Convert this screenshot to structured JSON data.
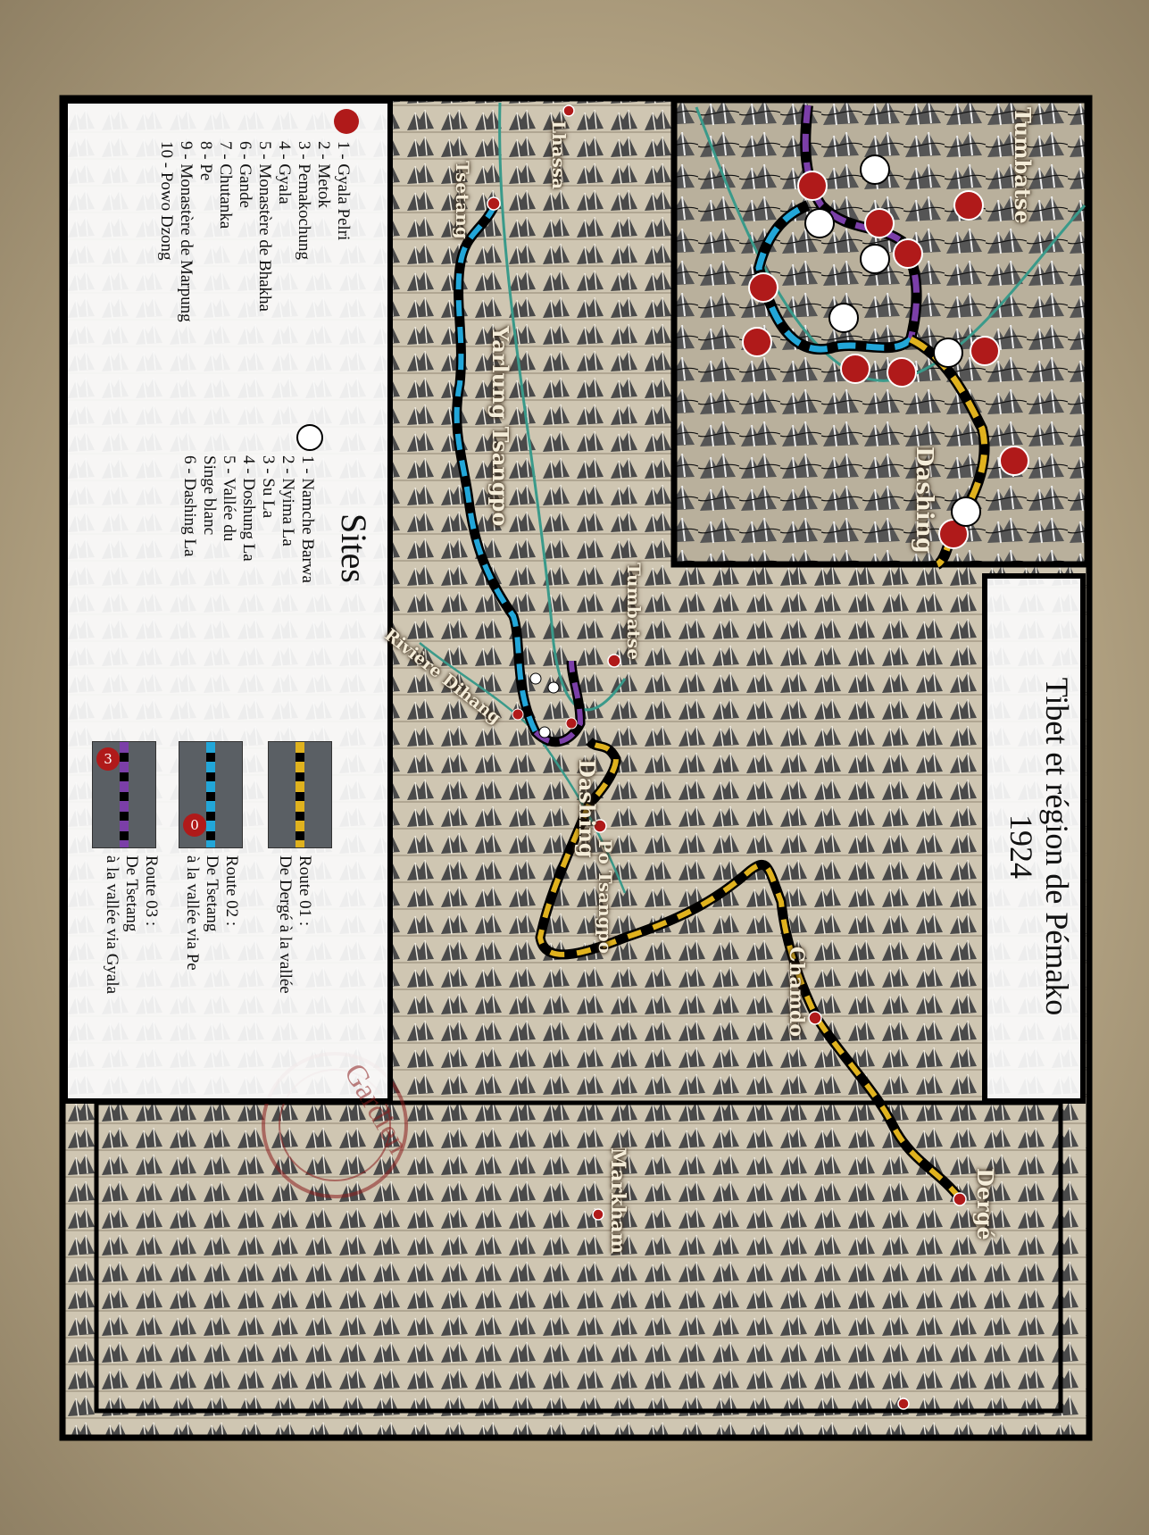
{
  "map": {
    "title_line1": "Tibet et région de Pémako",
    "title_line2": "1924",
    "places": {
      "lhassa": "Lhassa",
      "tsetang": "Tsetang",
      "yarlung": "Yarlung Tsangpo",
      "dihang": "Rivière Dihang",
      "tumbatse": "Tumbatse",
      "dashing": "Dashing",
      "po_tsangpo": "Po Tsangpo",
      "chamdo": "Chamdo",
      "markham": "Markham",
      "derge": "Dergé",
      "inset_tumbatse": "Tumbatse",
      "inset_dashing": "Dashing"
    },
    "colors": {
      "site_red": "#b01a1a",
      "route_yellow": "#e0b21e",
      "route_blue": "#22a6d8",
      "route_purple": "#7b3fa8",
      "frame": "#000000"
    }
  },
  "legend": {
    "title": "Sites",
    "red_sites": [
      "1 - Gyala Pelri",
      "2 - Metok",
      "3 - Pemakochung",
      "4 - Gyala",
      "5 - Monastère de Bhakha",
      "6 - Gande",
      "7 - Chutanka",
      "8 - Pe",
      "9 - Monastère de Marpung",
      "10 - Powo Dzong"
    ],
    "white_sites": [
      "1 - Namche Barwa",
      "2 - Nyima La",
      "3 - Su La",
      "4 - Doshung La",
      "5 - Vallée du",
      "Singe blanc",
      "6 - Dashing La"
    ],
    "routes": [
      {
        "lines": [
          "Route 01 :",
          "De Dergé à la vallée"
        ],
        "swatch_color": "#e0b21e",
        "badge": ""
      },
      {
        "lines": [
          "Route 02 :",
          "De Tsetang",
          "à la vallée via Pe"
        ],
        "swatch_color": "#22a6d8",
        "badge": "0"
      },
      {
        "lines": [
          "Route 03 :",
          "De Tsetang",
          "à la vallée via Gyala"
        ],
        "swatch_color": "#7b3fa8",
        "badge": "3"
      }
    ]
  },
  "stamp": {
    "text": "Gardien"
  }
}
